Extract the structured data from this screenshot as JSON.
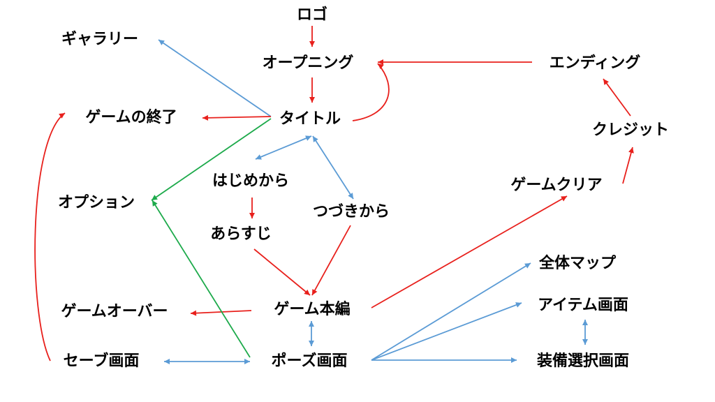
{
  "nodes": {
    "logo": "ロゴ",
    "opening": "オープニング",
    "title": "タイトル",
    "gallery": "ギャラリー",
    "game_exit": "ゲームの終了",
    "option": "オプション",
    "new_game": "はじめから",
    "continue": "つづきから",
    "synopsis": "あらすじ",
    "game_main": "ゲーム本編",
    "game_over": "ゲームオーバー",
    "pause": "ポーズ画面",
    "save": "セーブ画面",
    "world_map": "全体マップ",
    "item_screen": "アイテム画面",
    "equip_screen": "装備選択画面",
    "game_clear": "ゲームクリア",
    "credits": "クレジット",
    "ending": "エンディング"
  },
  "colors": {
    "red": "#e8201c",
    "blue": "#5b9bd5",
    "green": "#1daa4b"
  },
  "edges": [
    {
      "from": "logo",
      "to": "opening",
      "color": "red",
      "dir": "forward"
    },
    {
      "from": "opening",
      "to": "title",
      "color": "red",
      "dir": "forward"
    },
    {
      "from": "title",
      "to": "opening",
      "color": "red",
      "dir": "forward",
      "style": "curve-right"
    },
    {
      "from": "ending",
      "to": "opening",
      "color": "red",
      "dir": "forward"
    },
    {
      "from": "title",
      "to": "gallery",
      "color": "blue",
      "dir": "forward"
    },
    {
      "from": "title",
      "to": "game_exit",
      "color": "red",
      "dir": "forward"
    },
    {
      "from": "title",
      "to": "option",
      "color": "green",
      "dir": "forward"
    },
    {
      "from": "title",
      "to": "new_game",
      "color": "blue",
      "dir": "both"
    },
    {
      "from": "title",
      "to": "continue",
      "color": "blue",
      "dir": "both"
    },
    {
      "from": "new_game",
      "to": "synopsis",
      "color": "red",
      "dir": "forward"
    },
    {
      "from": "synopsis",
      "to": "game_main",
      "color": "red",
      "dir": "forward"
    },
    {
      "from": "continue",
      "to": "game_main",
      "color": "red",
      "dir": "forward"
    },
    {
      "from": "game_main",
      "to": "game_over",
      "color": "red",
      "dir": "forward"
    },
    {
      "from": "game_main",
      "to": "pause",
      "color": "blue",
      "dir": "both"
    },
    {
      "from": "game_main",
      "to": "game_clear",
      "color": "red",
      "dir": "forward"
    },
    {
      "from": "pause",
      "to": "option",
      "color": "green",
      "dir": "forward"
    },
    {
      "from": "pause",
      "to": "save",
      "color": "blue",
      "dir": "both"
    },
    {
      "from": "pause",
      "to": "world_map",
      "color": "blue",
      "dir": "forward"
    },
    {
      "from": "pause",
      "to": "item_screen",
      "color": "blue",
      "dir": "forward"
    },
    {
      "from": "pause",
      "to": "equip_screen",
      "color": "blue",
      "dir": "forward"
    },
    {
      "from": "item_screen",
      "to": "equip_screen",
      "color": "blue",
      "dir": "both"
    },
    {
      "from": "save",
      "to": "game_exit",
      "color": "red",
      "dir": "forward",
      "style": "curve-left"
    },
    {
      "from": "game_clear",
      "to": "credits",
      "color": "red",
      "dir": "forward"
    },
    {
      "from": "credits",
      "to": "ending",
      "color": "red",
      "dir": "forward"
    }
  ]
}
